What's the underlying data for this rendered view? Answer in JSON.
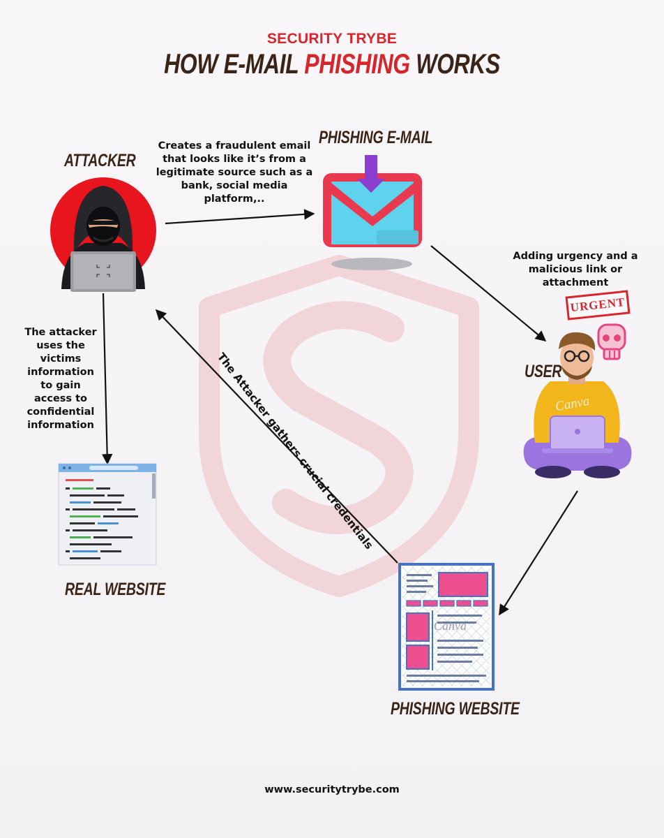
{
  "header": {
    "brand": "SECURITY TRYBE",
    "title_prefix": "HOW E-MAIL ",
    "title_highlight": "PHISHING",
    "title_suffix": " WORKS"
  },
  "nodes": {
    "attacker": "ATTACKER",
    "phishing_email": "PHISHING E-MAIL",
    "user": "USER",
    "real_website": "REAL WEBSITE",
    "phishing_website": "PHISHING WEBSITE"
  },
  "edges": {
    "attacker_to_email": [
      "Creates a fraudulent email",
      "that looks like it’s from a",
      "legitimate source such as a",
      "bank, social media",
      "platform,.."
    ],
    "email_to_user": [
      "Adding urgency and a",
      "malicious link or",
      "attachment"
    ],
    "phishing_site_to_attacker": "The Attacker gathers crucial credentials",
    "attacker_to_real_site": [
      "The attacker",
      "uses the",
      "victims",
      "information",
      "to gain",
      "access to",
      "confidential",
      "information"
    ]
  },
  "badges": {
    "urgent": "URGENT",
    "canva_watermark": "Canva"
  },
  "footer": {
    "url": "www.securitytrybe.com"
  },
  "colors": {
    "accent_red": "#d7262b",
    "title_brown": "#3a2417",
    "envelope_blue": "#5fd3ee",
    "envelope_red": "#e8394f",
    "arrow_purple": "#8b3fd0",
    "pink": "#ec4f8f",
    "browser_blue": "#4472c4",
    "shirt_yellow": "#f3b51c",
    "pants_purple": "#9b74e0"
  }
}
